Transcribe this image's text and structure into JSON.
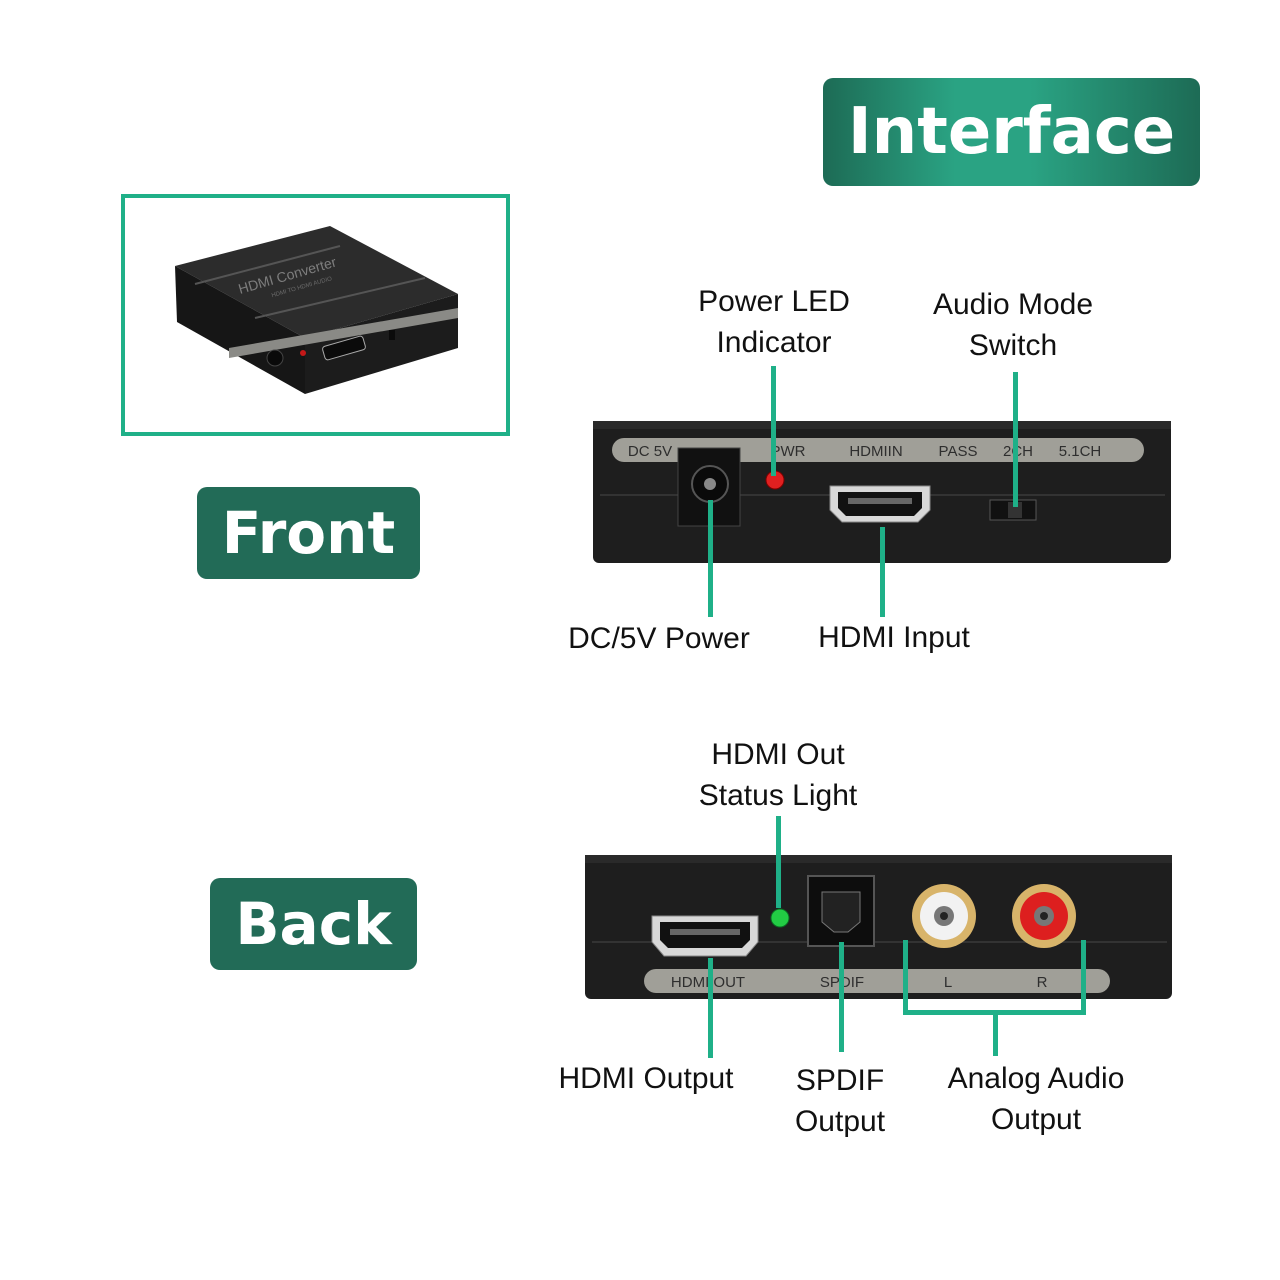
{
  "title": "Interface",
  "front": {
    "label": "Front",
    "product_photo": {
      "line1": "HDMI Converter",
      "line2": "HDMI TO HDMI AUDIO"
    },
    "panel_labels": [
      "DC 5V",
      "PWR",
      "HDMIIN",
      "PASS",
      "2CH",
      "5.1CH"
    ],
    "callouts": {
      "power_led": [
        "Power LED",
        "Indicator"
      ],
      "audio_mode": [
        "Audio Mode",
        "Switch"
      ],
      "dc_power": "DC/5V Power",
      "hdmi_input": "HDMI Input"
    }
  },
  "back": {
    "label": "Back",
    "panel_labels": [
      "HDMI OUT",
      "SPDIF",
      "L",
      "R"
    ],
    "callouts": {
      "hdmi_out_status": [
        "HDMI Out",
        "Status Light"
      ],
      "hdmi_output": "HDMI Output",
      "spdif_output": [
        "SPDIF",
        "Output"
      ],
      "analog_audio": [
        "Analog Audio",
        "Output"
      ]
    }
  },
  "colors": {
    "accent": "#1fb088",
    "badge": "#226b57",
    "device_body": "#1e1e1e",
    "led_power": "#e02020",
    "led_status": "#22cc44"
  }
}
